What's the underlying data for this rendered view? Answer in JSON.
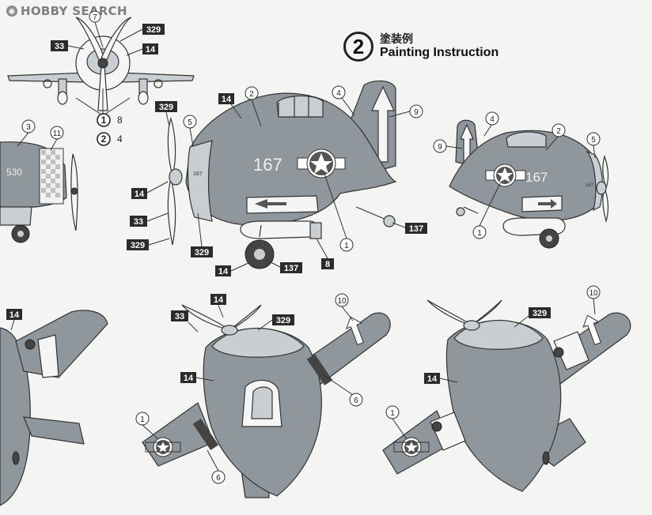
{
  "watermark": {
    "text": "HOBBY SEARCH"
  },
  "step": {
    "number": "2",
    "title_jp": "塗装例",
    "title_en": "Painting Instruction"
  },
  "legend": [
    {
      "circle": "1",
      "value": "8"
    },
    {
      "circle": "2",
      "value": "4"
    }
  ],
  "aircraft": {
    "side_number": "167",
    "tail_number": "530",
    "fuselage_number_small": "167"
  },
  "top_view_callouts": {
    "c33": "33",
    "c329": "329",
    "c14": "14",
    "circ7": "7"
  },
  "left_side_callouts": {
    "circ3": "3",
    "circ11": "11"
  },
  "side_view_callouts": {
    "b14_top": "14",
    "circ2": "2",
    "circ4": "4",
    "circ9": "9",
    "b329_top": "329",
    "circ5": "5",
    "b14_left": "14",
    "b33": "33",
    "b329_left": "329",
    "b329_bottom": "329",
    "b14_bottom": "14",
    "b137_bottom": "137",
    "b8": "8",
    "circ1": "1",
    "b137_right": "137"
  },
  "right_side_callouts": {
    "circ4": "4",
    "circ2": "2",
    "circ9": "9",
    "circ5": "5",
    "circ1": "1"
  },
  "bottom_callouts": {
    "left_b14": "14",
    "mid_b14_top": "14",
    "mid_b33": "33",
    "mid_b329": "329",
    "mid_circ10": "10",
    "mid_b14": "14",
    "mid_circ6_right": "6",
    "mid_circ1": "1",
    "mid_circ6_bottom": "6",
    "right_b329": "329",
    "right_circ10": "10",
    "right_b14": "14",
    "right_circ1": "1"
  },
  "colors": {
    "body": "#8f969c",
    "light": "#c9ced2",
    "ink": "#2b2b2b"
  }
}
